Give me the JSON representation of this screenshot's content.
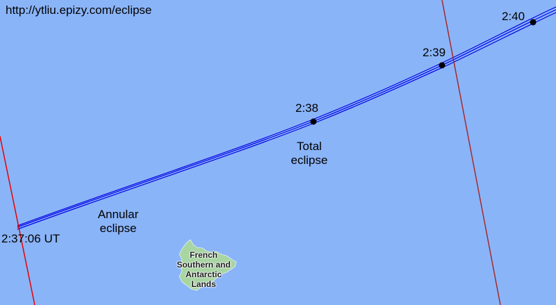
{
  "url_label": "http://ytliu.epizy.com/eclipse",
  "time_markers": [
    {
      "label": "2:38"
    },
    {
      "label": "2:39"
    },
    {
      "label": "2:40"
    }
  ],
  "start_time_label": "2:37:06 UT",
  "total_label": "Total\neclipse",
  "annular_label": "Annular\neclipse",
  "territory_label": "French\nSouthern and\nAntarctic\nLands",
  "colors": {
    "ocean": "#8ab4f8",
    "eclipse_path": "#0000e6",
    "start_limit": "#e60000",
    "time_limit": "#a52a2a",
    "land": "#a8d5a2"
  }
}
